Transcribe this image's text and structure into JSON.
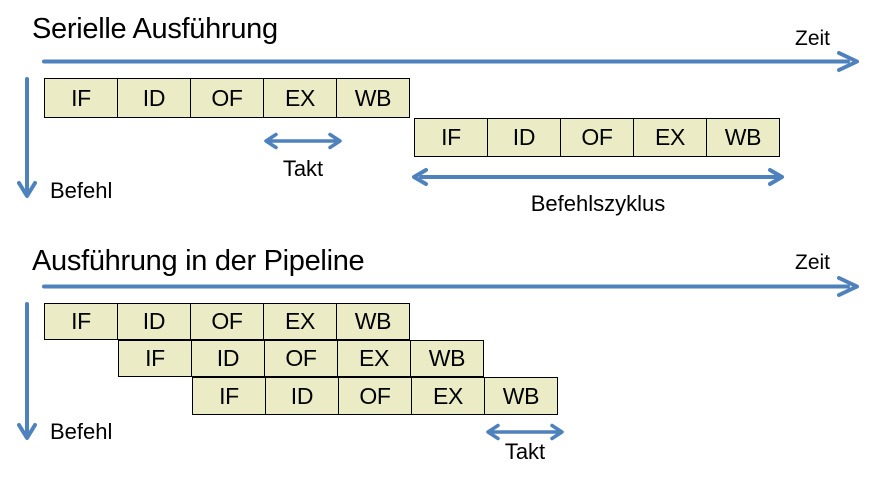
{
  "colors": {
    "accent_blue": "#4F81BD",
    "cell_fill": "#EBEBC6",
    "cell_border": "#000000",
    "text": "#000000"
  },
  "serial": {
    "title": "Serielle Ausführung",
    "time_axis_label": "Zeit",
    "instruction_axis_label": "Befehl",
    "clock_label": "Takt",
    "cycle_label": "Befehlszyklus",
    "rows": [
      [
        "IF",
        "ID",
        "OF",
        "EX",
        "WB"
      ],
      [
        "IF",
        "ID",
        "OF",
        "EX",
        "WB"
      ]
    ]
  },
  "pipeline": {
    "title": "Ausführung in der Pipeline",
    "time_axis_label": "Zeit",
    "instruction_axis_label": "Befehl",
    "clock_label": "Takt",
    "rows": [
      [
        "IF",
        "ID",
        "OF",
        "EX",
        "WB"
      ],
      [
        "IF",
        "ID",
        "OF",
        "EX",
        "WB"
      ],
      [
        "IF",
        "ID",
        "OF",
        "EX",
        "WB"
      ]
    ]
  }
}
